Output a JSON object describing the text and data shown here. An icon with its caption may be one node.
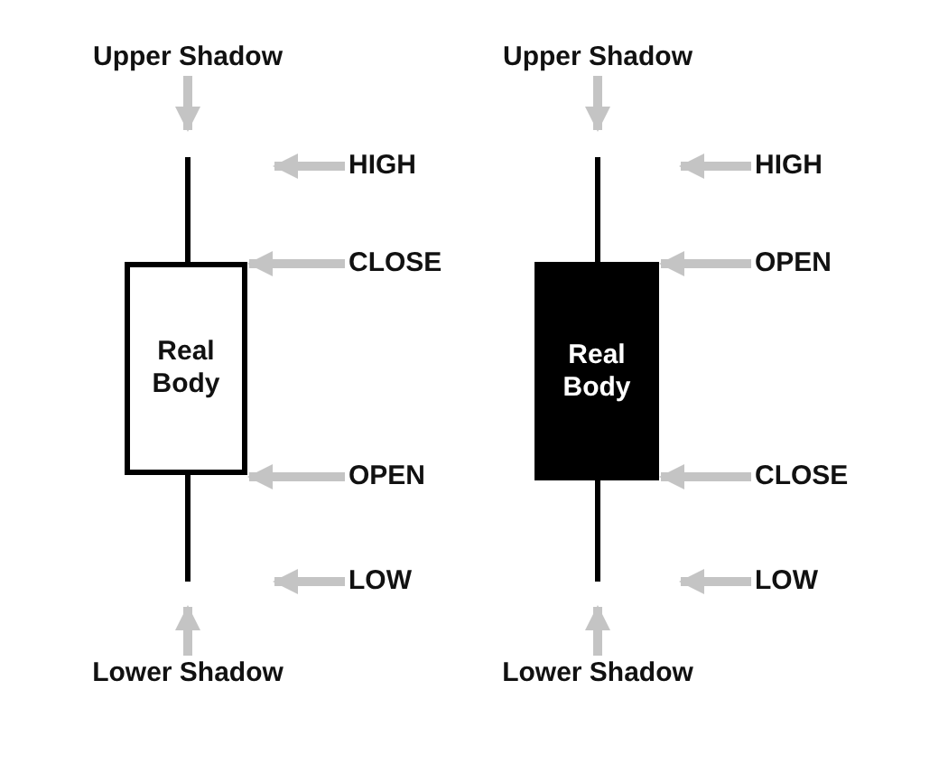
{
  "diagram": {
    "nodes": [
      {
        "text": [
          "Upper Shadow"
        ]
      },
      {
        "text": [
          "Real Body"
        ]
      },
      {
        "text": [
          "Lower Shadow"
        ]
      },
      {
        "text": [
          "HIGH"
        ]
      },
      {
        "text": [
          "CLOSE"
        ]
      },
      {
        "text": [
          "OPEN"
        ]
      },
      {
        "text": [
          "LOW"
        ]
      },
      {
        "text": [
          "Upper Shadow"
        ]
      },
      {
        "text": [
          "Real Body"
        ]
      },
      {
        "text": [
          "Lower Shadow"
        ]
      },
      {
        "text": [
          "HIGH"
        ]
      },
      {
        "text": [
          "OPEN"
        ]
      },
      {
        "text": [
          "CLOSE"
        ]
      },
      {
        "text": [
          "LOW"
        ]
      }
    ],
    "edges": [
      {
        "from": 0,
        "to": null,
        "arrow": "to"
      },
      {
        "from": 2,
        "to": null,
        "arrow": "to"
      },
      {
        "from": 3,
        "to": null,
        "arrow": "to"
      },
      {
        "from": 4,
        "to": 1,
        "arrow": "to"
      },
      {
        "from": 5,
        "to": 1,
        "arrow": "to"
      },
      {
        "from": 6,
        "to": null,
        "arrow": "to"
      },
      {
        "from": 7,
        "to": null,
        "arrow": "to"
      },
      {
        "from": 9,
        "to": null,
        "arrow": "to"
      },
      {
        "from": 10,
        "to": null,
        "arrow": "to"
      },
      {
        "from": 11,
        "to": 8,
        "arrow": "to"
      },
      {
        "from": 12,
        "to": 8,
        "arrow": "to"
      },
      {
        "from": 13,
        "to": null,
        "arrow": "to"
      }
    ]
  }
}
